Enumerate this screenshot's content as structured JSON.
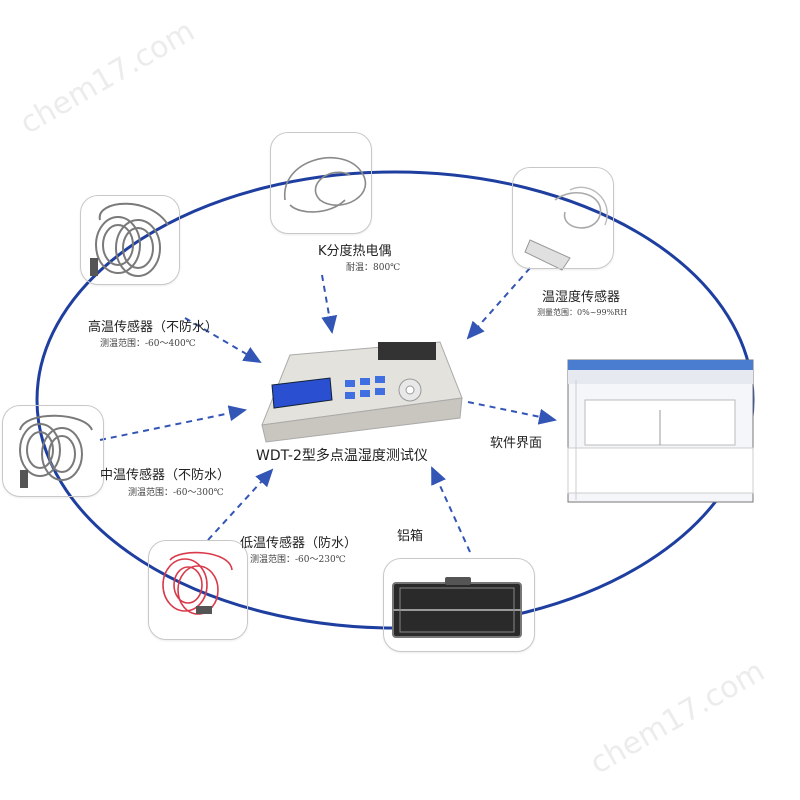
{
  "watermark": "chem17.com",
  "center": {
    "name": "WDT-2型多点温湿度测试仪"
  },
  "nodes": {
    "k_thermocouple": {
      "name": "K分度热电偶",
      "spec": "耐温：800℃"
    },
    "humidity_sensor": {
      "name": "温湿度传感器",
      "spec": "测量范围：0%~99%RH"
    },
    "software": {
      "name": "软件界面"
    },
    "aluminum_case": {
      "name": "铝箱"
    },
    "low_temp_sensor": {
      "name": "低温传感器（防水）",
      "spec": "测温范围：-60～230℃"
    },
    "mid_temp_sensor": {
      "name": "中温传感器（不防水）",
      "spec": "测温范围：-60～300℃"
    },
    "high_temp_sensor": {
      "name": "高温传感器（不防水）",
      "spec": "测温范围：-60～400℃"
    }
  },
  "colors": {
    "ring": "#1f3fa0",
    "arrow": "#3355b5",
    "device": "#d8d6d0",
    "screen": "#2a4fd0",
    "coil": "#7a7a7a",
    "coil_red": "#d83a4a"
  }
}
